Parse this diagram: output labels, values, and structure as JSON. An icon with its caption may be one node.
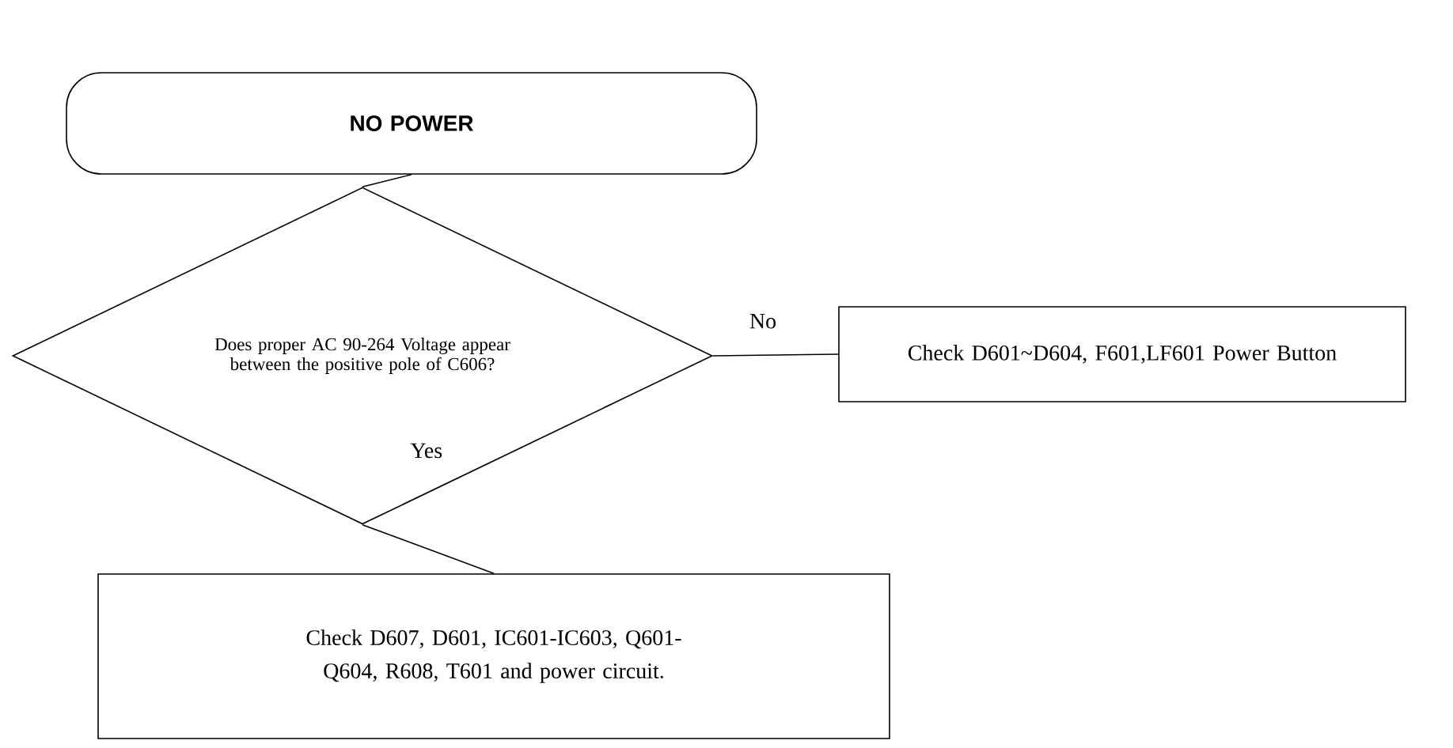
{
  "diagram": {
    "nodes": [
      {
        "text": [
          "NO POWER"
        ]
      },
      {
        "text": [
          "Does proper AC 90-264 Voltage appear between the positive pole of C606?"
        ]
      },
      {
        "text": [
          "Check D601~D604, F601,LF601 Power Button"
        ]
      },
      {
        "text": [
          "Check D607, D601, IC601-IC603, Q601-Q604, R608, T601 and power circuit."
        ]
      }
    ],
    "edges": [
      {
        "from": 0,
        "to": 1,
        "arrow": "none"
      },
      {
        "from": 1,
        "to": 2,
        "arrow": "none",
        "label": "No"
      },
      {
        "from": 1,
        "to": 3,
        "arrow": "none",
        "label": "Yes"
      }
    ]
  }
}
